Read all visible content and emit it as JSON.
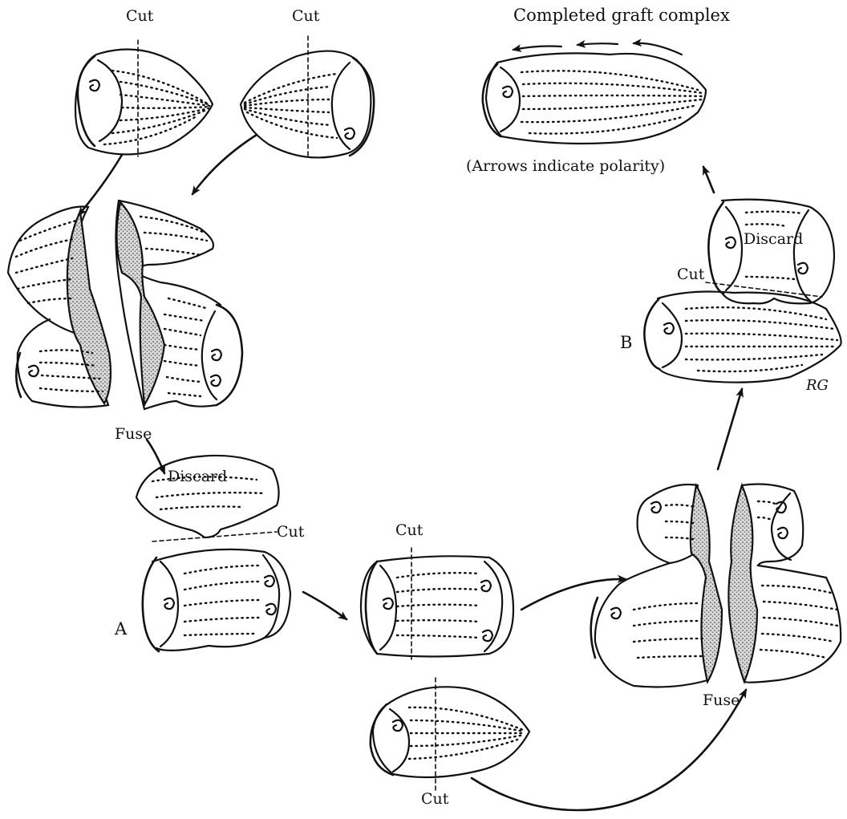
{
  "labels": {
    "cut_top_left": "Cut",
    "cut_top_right": "Cut",
    "completed_title": "Completed graft complex",
    "polarity_note": "(Arrows indicate polarity)",
    "fuse_left": "Fuse",
    "discard_left": "Discard",
    "cut_left_middle": "Cut",
    "label_a": "A",
    "cut_middle": "Cut",
    "cut_bottom": "Cut",
    "fuse_right": "Fuse",
    "discard_right": "Discard",
    "cut_right_upper": "Cut",
    "label_b": "B",
    "signature": "RG"
  },
  "colors": {
    "ink": "#111111",
    "stipple": "#888888"
  }
}
